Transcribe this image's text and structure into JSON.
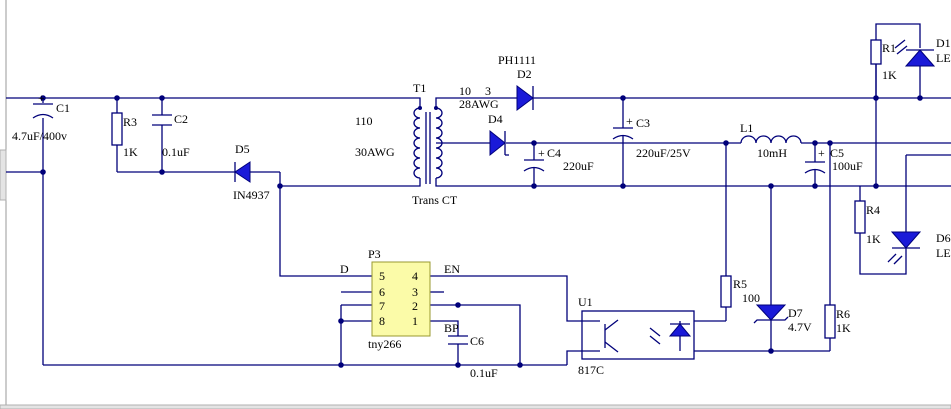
{
  "schematic": {
    "labels": {
      "c1_ref": "C1",
      "c1_val": "4.7uF/400v",
      "r3_ref": "R3",
      "r3_val": "1K",
      "c2_ref": "C2",
      "c2_val": "0.1uF",
      "d5_ref": "D5",
      "d5_val": "IN4937",
      "t1_ref": "T1",
      "t1_turns_pri": "110",
      "t1_wire_pri": "30AWG",
      "t1_turns_sec_a": "10",
      "t1_turns_sec_b": "3",
      "t1_wire_sec": "28AWG",
      "t1_tag": "Trans CT",
      "d2_part": "PH1111",
      "d2_ref": "D2",
      "d4_ref": "D4",
      "c4_ref": "C4",
      "c4_val": "220uF",
      "c3_ref": "C3",
      "c3_val": "220uF/25V",
      "l1_ref": "L1",
      "l1_val": "10mH",
      "c5_ref": "C5",
      "c5_val": "100uF",
      "r1_ref": "R1",
      "r1_val": "1K",
      "d1_ref": "D1",
      "d1_val": "LE",
      "r4_ref": "R4",
      "r4_val": "1K",
      "d6_ref": "D6",
      "d6_val": "LE",
      "r5_ref": "R5",
      "r5_val": "100",
      "d7_ref": "D7",
      "d7_val": "4.7V",
      "r6_ref": "R6",
      "r6_val": "1K",
      "u1_ref": "U1",
      "u1_val": "817C",
      "p3_ref": "P3",
      "p3_part": "tny266",
      "p3_pins": [
        "5",
        "6",
        "7",
        "8",
        "4",
        "3",
        "2",
        "1"
      ],
      "net_d": "D",
      "net_en": "EN",
      "net_bp": "BP",
      "c6_ref": "C6",
      "c6_val": "0.1uF"
    },
    "colors": {
      "wire": "#00007a",
      "diode_fill": "#1a1ad8",
      "ic_fill": "#fbfba8",
      "text": "#000000"
    },
    "icons": [
      "capacitor-icon",
      "resistor-icon",
      "diode-icon",
      "inductor-icon",
      "transformer-icon",
      "led-icon",
      "zener-icon",
      "optocoupler-icon"
    ]
  }
}
